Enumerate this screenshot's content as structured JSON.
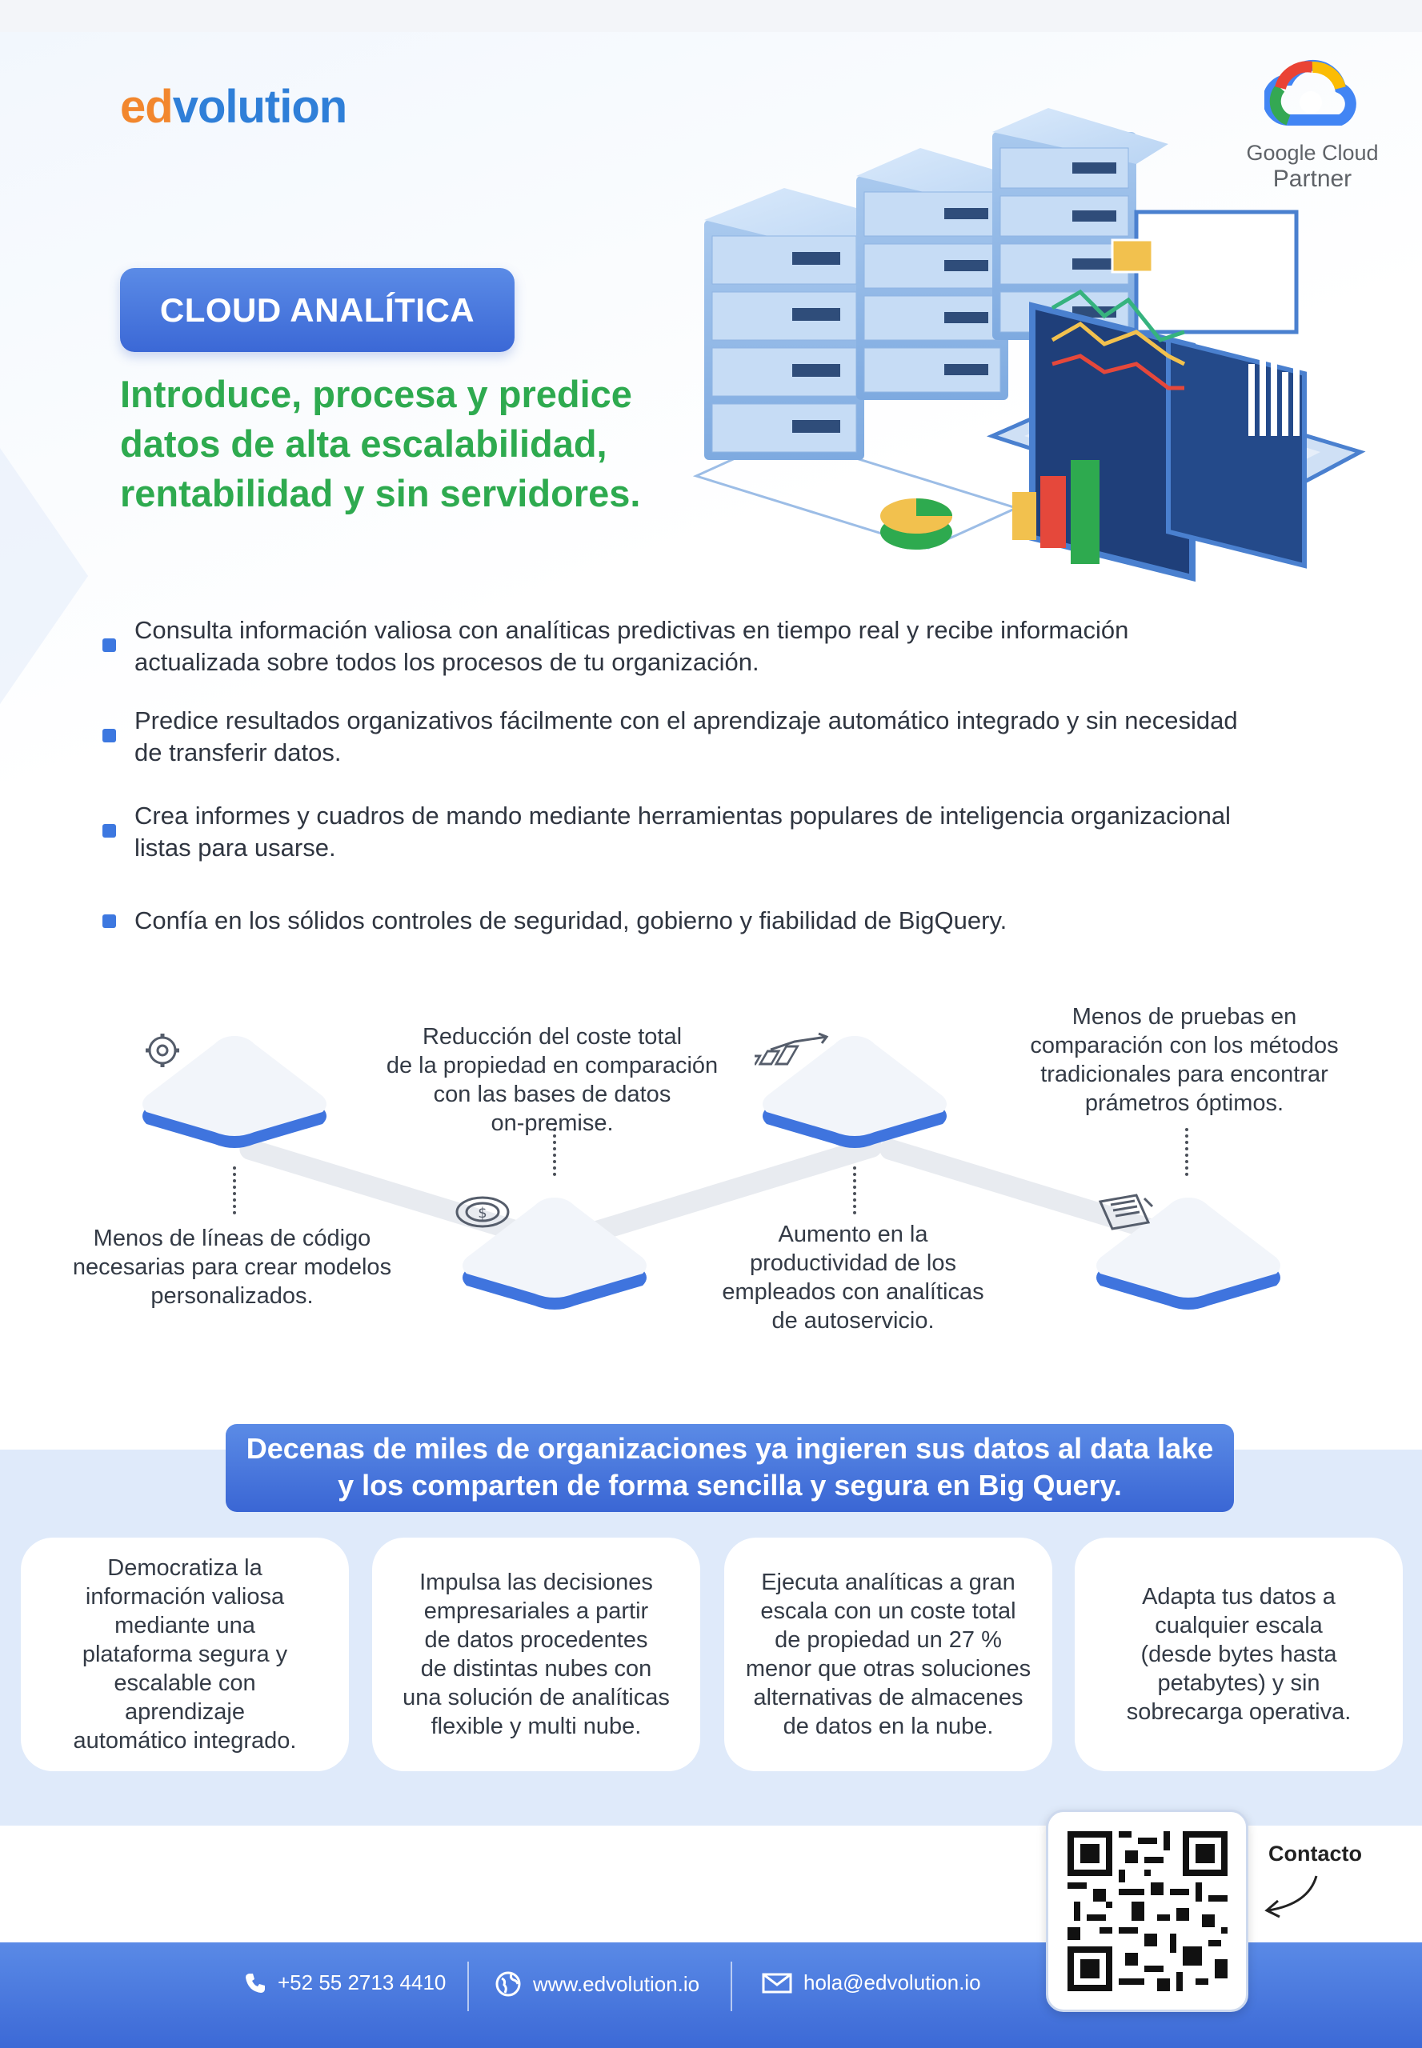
{
  "brand": {
    "logo_part1": "ed",
    "logo_part2": "volution"
  },
  "partner": {
    "line1": "Google Cloud",
    "line2": "Partner"
  },
  "header": {
    "tag": "CLOUD ANALÍTICA",
    "headline_line1": "Introduce, procesa y predice",
    "headline_line2": "datos de alta escalabilidad,",
    "headline_line3": "rentabilidad y sin servidores."
  },
  "bullets": [
    {
      "line1": "Consulta información valiosa con analíticas predictivas en tiempo real y recibe información",
      "line2": "actualizada sobre todos los procesos de tu organización."
    },
    {
      "line1": "Predice resultados organizativos fácilmente con el aprendizaje automático integrado y sin necesidad",
      "line2": "de transferir datos."
    },
    {
      "line1": "Crea informes y cuadros de mando mediante herramientas populares de inteligencia organizacional",
      "line2": "listas para usarse."
    },
    {
      "line1": "Confía en los sólidos controles de seguridad, gobierno y fiabilidad de BigQuery.",
      "line2": ""
    }
  ],
  "process": [
    {
      "l1": "Menos de líneas de código",
      "l2": "necesarias para crear modelos",
      "l3": "personalizados.",
      "l4": "",
      "icon": "gear-icon"
    },
    {
      "l1": "Reducción del coste total",
      "l2": "de la propiedad en comparación",
      "l3": "con las bases de datos",
      "l4": "on-premise.",
      "icon": "dollar-coin-icon"
    },
    {
      "l1": "Aumento en la",
      "l2": "productividad de los",
      "l3": "empleados con analíticas",
      "l4": "de autoservicio.",
      "icon": "growth-chart-icon"
    },
    {
      "l1": "Menos de pruebas en",
      "l2": "comparación con los métodos",
      "l3": "tradicionales para encontrar",
      "l4": "prámetros óptimos.",
      "icon": "document-icon"
    }
  ],
  "banner": {
    "line1": "Decenas de miles de organizaciones ya ingieren sus datos al data lake",
    "line2": "y los comparten de forma sencilla y segura en Big Query."
  },
  "cards": [
    [
      "Democratiza la",
      "información valiosa",
      "mediante una",
      "plataforma segura y",
      "escalable con",
      "aprendizaje",
      "automático integrado."
    ],
    [
      "Impulsa las decisiones",
      "empresariales a partir",
      "de datos procedentes",
      "de distintas nubes con",
      "una solución de analíticas",
      "flexible y multi nube."
    ],
    [
      "Ejecuta analíticas a gran",
      "escala con un coste total",
      "de propiedad un 27 %",
      "menor que otras soluciones",
      "alternativas de almacenes",
      "de datos en la nube."
    ],
    [
      "Adapta tus datos a",
      "cualquier escala",
      "(desde bytes hasta",
      "petabytes) y sin",
      "sobrecarga operativa."
    ]
  ],
  "contact": {
    "label": "Contacto",
    "phone": "+52 55 2713  4410",
    "website": "www.edvolution.io",
    "email": "hola@edvolution.io"
  },
  "colors": {
    "brand_blue": "#3d6fd9",
    "brand_green": "#2eaa4f",
    "brand_orange": "#f2872e"
  }
}
